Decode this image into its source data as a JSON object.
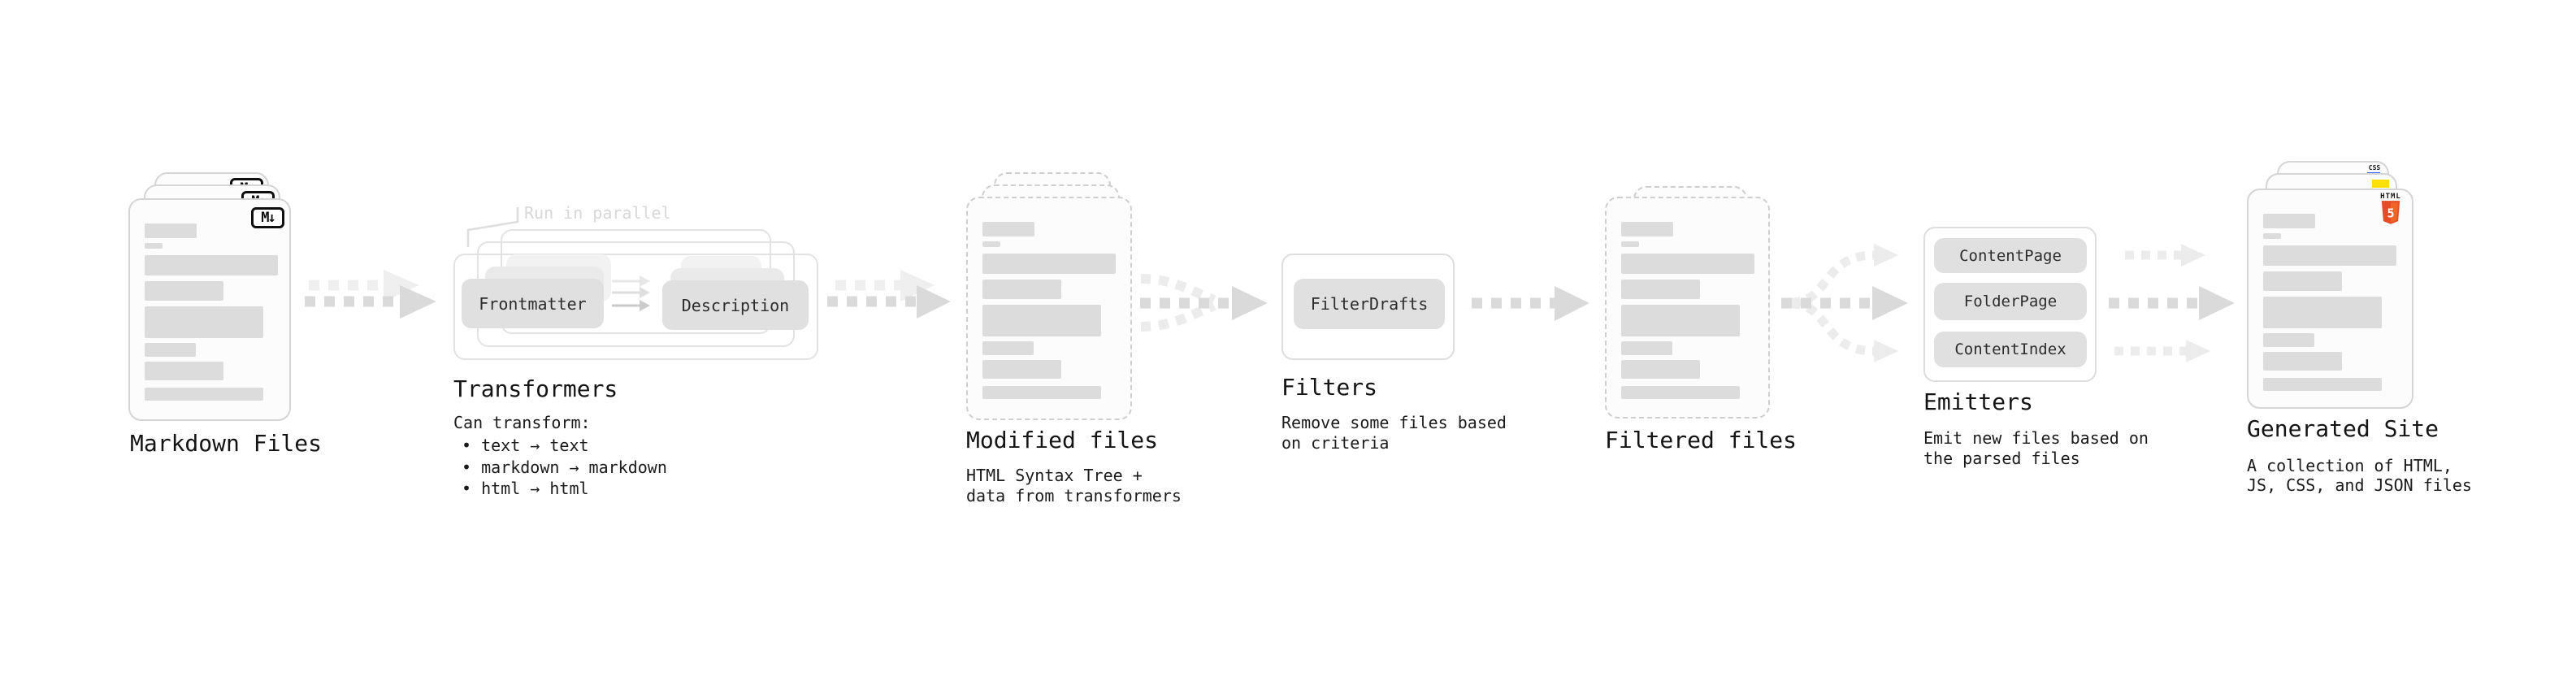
{
  "stages": {
    "markdown": {
      "label": "Markdown Files"
    },
    "transformers": {
      "label": "Transformers",
      "description": "Can transform:",
      "bullets": [
        "• text → text",
        "• markdown → markdown",
        "• html → html"
      ],
      "annotation": "Run in parallel",
      "pill_input": "Frontmatter",
      "pill_output": "Description"
    },
    "modified": {
      "label": "Modified files",
      "desc_line1": "HTML Syntax Tree +",
      "desc_line2": "data from transformers"
    },
    "filters": {
      "label": "Filters",
      "desc_line1": "Remove some files based",
      "desc_line2": "on criteria",
      "pill": "FilterDrafts"
    },
    "filtered": {
      "label": "Filtered files"
    },
    "emitters": {
      "label": "Emitters",
      "desc_line1": "Emit new files based on",
      "desc_line2": "the parsed files",
      "pills": [
        "ContentPage",
        "FolderPage",
        "ContentIndex"
      ]
    },
    "generated": {
      "label": "Generated Site",
      "desc_line1": "A collection of HTML,",
      "desc_line2": "JS, CSS, and JSON files"
    }
  },
  "icons": {
    "markdown_badge": "M↓",
    "html5_label": "HTML",
    "html5_number": "5",
    "css_label": "CSS"
  },
  "colors": {
    "html5_orange": "#e44d26",
    "html5_orange_light": "#f16529",
    "js_yellow": "#ffdf00",
    "css_blue": "#2663ff",
    "arrow_dark": "#dadada",
    "arrow_light": "#efefef",
    "skeleton_bar": "#dcdcdc"
  }
}
